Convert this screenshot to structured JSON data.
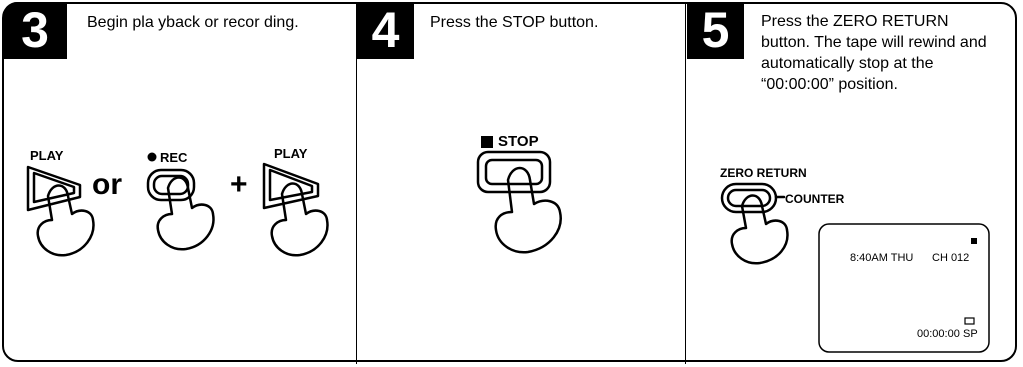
{
  "steps": [
    {
      "number": "3",
      "instruction": "Begin pla yback or recor ding.",
      "labels": {
        "play_1": "PLAY",
        "or": "or",
        "rec": "REC",
        "plus": "+",
        "play_2": "PLAY"
      }
    },
    {
      "number": "4",
      "instruction": "Press the STOP button.",
      "labels": {
        "stop": "STOP"
      }
    },
    {
      "number": "5",
      "instruction": "Press the ZERO RETURN button. The tape will rewind and automatically stop at the “00:00:00” position.",
      "labels": {
        "zero_return": "ZERO RETURN",
        "counter": "COUNTER"
      },
      "display": {
        "time": "8:40AM  THU",
        "channel": "CH 012",
        "counter": "00:00:00",
        "speed": "SP"
      }
    }
  ]
}
